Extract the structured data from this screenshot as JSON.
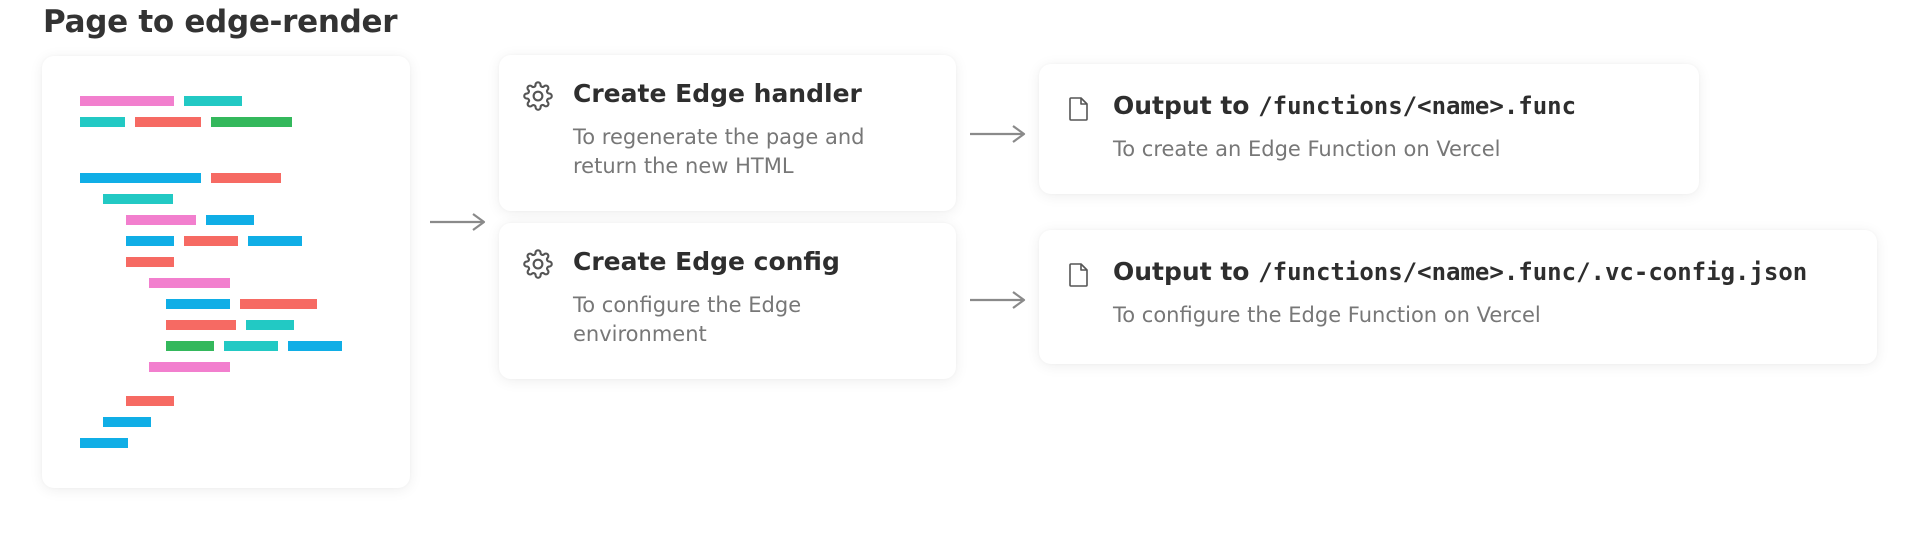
{
  "title": "Page to edge-render",
  "code_card": {
    "palette": {
      "pink": "#f27fce",
      "teal": "#22c9c4",
      "red": "#f66a63",
      "green": "#34b85c",
      "blue": "#10aee6"
    }
  },
  "steps": [
    {
      "icon": "gear-icon",
      "title": "Create Edge handler",
      "desc": "To regenerate the page and return the new HTML"
    },
    {
      "icon": "gear-icon",
      "title": "Create Edge config",
      "desc": "To configure the Edge environment"
    }
  ],
  "outputs": [
    {
      "icon": "file-icon",
      "prefix": "Output to ",
      "code": "/functions/<name>.func",
      "desc": "To create an Edge Function on Vercel"
    },
    {
      "icon": "file-icon",
      "prefix": "Output to ",
      "code": "/functions/<name>.func/.vc-config.json",
      "desc": "To configure the Edge Function on Vercel"
    }
  ],
  "colors": {
    "arrow": "#8a8a8a",
    "icon": "#555555"
  }
}
